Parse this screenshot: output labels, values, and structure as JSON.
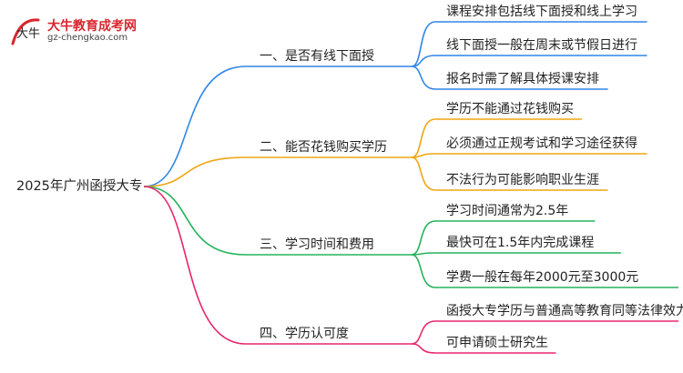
{
  "logo": {
    "name": "大牛教育成考网",
    "url": "gz-chengkao.com",
    "glyph": "大牛"
  },
  "root": "2025年广州函授大专",
  "branches": [
    {
      "title": "一、是否有线下面授",
      "color": "#2f86e8",
      "leaves": [
        "课程安排包括线下面授和线上学习",
        "线下面授一般在周末或节假日进行",
        "报名时需了解具体授课安排"
      ]
    },
    {
      "title": "二、能否花钱购买学历",
      "color": "#f0a514",
      "leaves": [
        "学历不能通过花钱购买",
        "必须通过正规考试和学习途径获得",
        "不法行为可能影响职业生涯"
      ]
    },
    {
      "title": "三、学习时间和费用",
      "color": "#25b35b",
      "leaves": [
        "学习时间通常为2.5年",
        "最快可在1.5年内完成课程",
        "学费一般在每年2000元至3000元"
      ]
    },
    {
      "title": "四、学历认可度",
      "color": "#e8266e",
      "leaves": [
        "函授大专学历与普通高等教育同等法律效力",
        "可申请硕士研究生"
      ]
    }
  ]
}
